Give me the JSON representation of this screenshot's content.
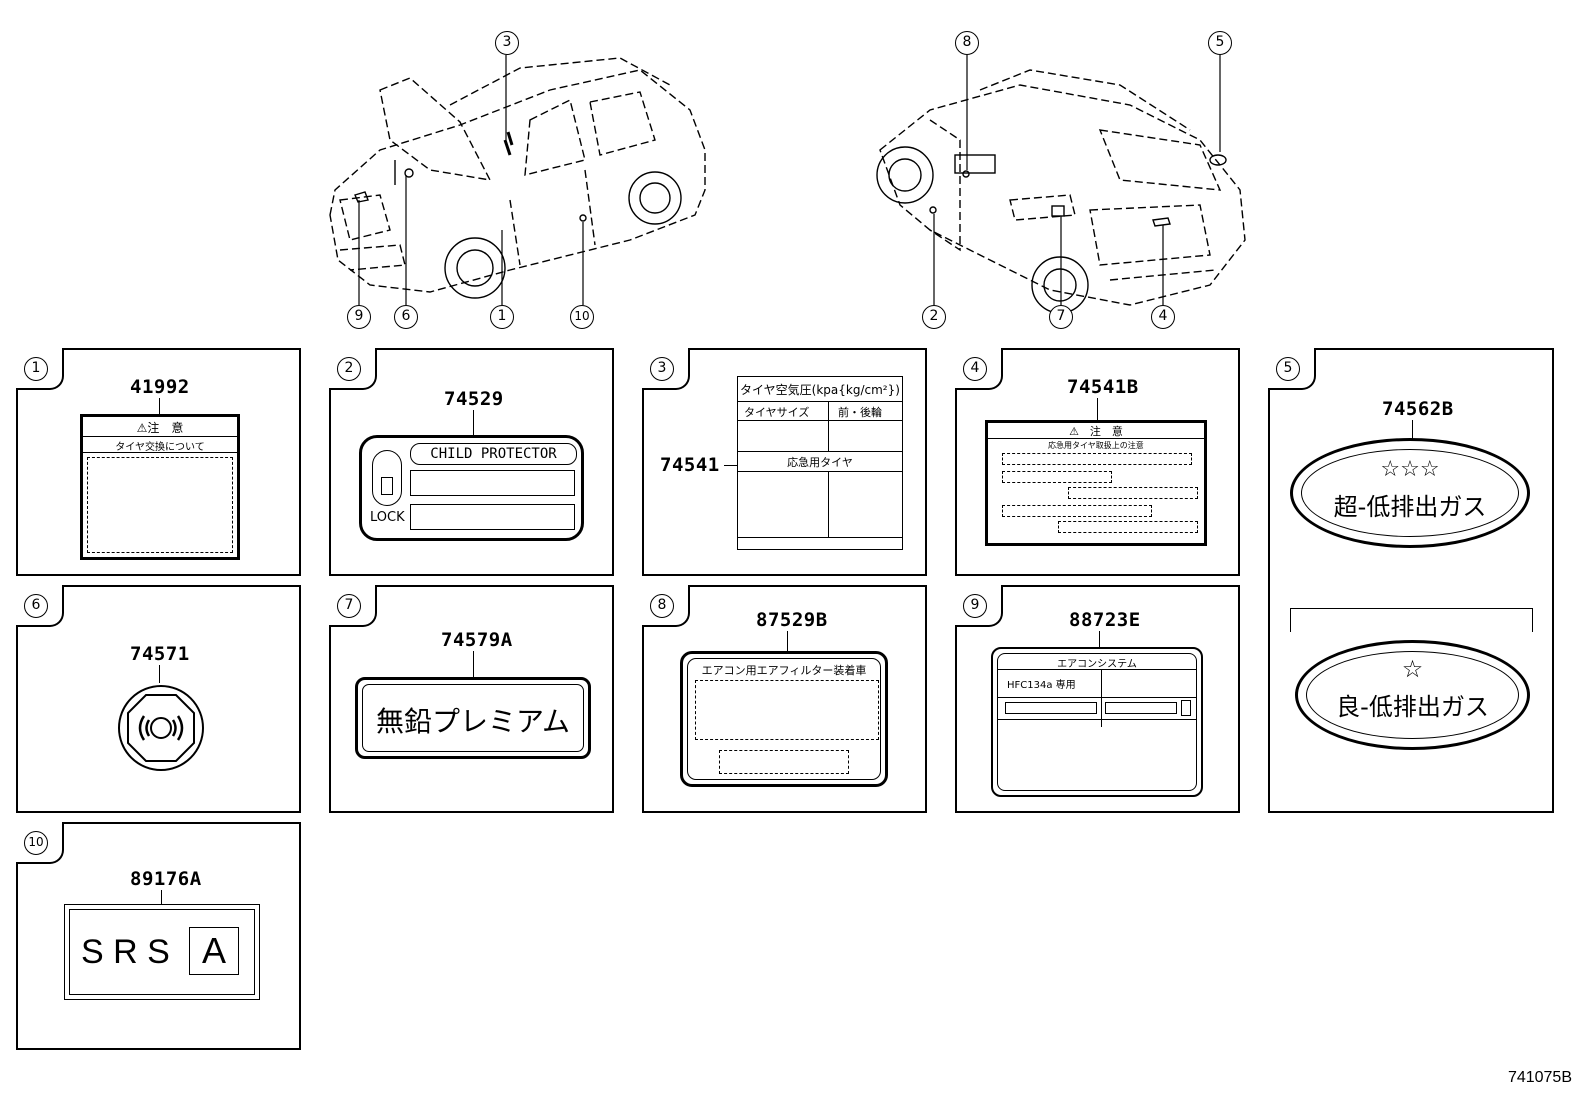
{
  "callouts": {
    "front": [
      "3",
      "9",
      "6",
      "1",
      "10"
    ],
    "rear": [
      "8",
      "5",
      "2",
      "7",
      "4"
    ]
  },
  "panels": {
    "p1": {
      "num": "1",
      "part": "41992",
      "title": "⚠注　意",
      "subtitle": "タイヤ交換について"
    },
    "p2": {
      "num": "2",
      "part": "74529",
      "title": "CHILD PROTECTOR",
      "lock": "LOCK"
    },
    "p3": {
      "num": "3",
      "part": "74541",
      "title": "タイヤ空気圧(kpa{kg/cm²})",
      "col1": "タイヤサイズ",
      "col2": "前・後輪",
      "row": "応急用タイヤ"
    },
    "p4": {
      "num": "4",
      "part": "74541B",
      "title": "⚠　注　意",
      "subtitle": "応急用タイヤ取扱上の注意"
    },
    "p5": {
      "num": "5",
      "part": "74562B",
      "stars1": "☆☆☆",
      "text1": "超-低排出ガス",
      "stars2": "☆",
      "text2": "良-低排出ガス"
    },
    "p6": {
      "num": "6",
      "part": "74571"
    },
    "p7": {
      "num": "7",
      "part": "74579A",
      "title": "無鉛プレミアム"
    },
    "p8": {
      "num": "8",
      "part": "87529B",
      "title": "エアコン用エアフィルター装着車"
    },
    "p9": {
      "num": "9",
      "part": "88723E",
      "title": "エアコンシステム",
      "refrigerant": "HFC134a 専用"
    },
    "p10": {
      "num": "10",
      "part": "89176A",
      "srs": "S R S",
      "letter": "A"
    }
  },
  "figure_id": "741075B"
}
